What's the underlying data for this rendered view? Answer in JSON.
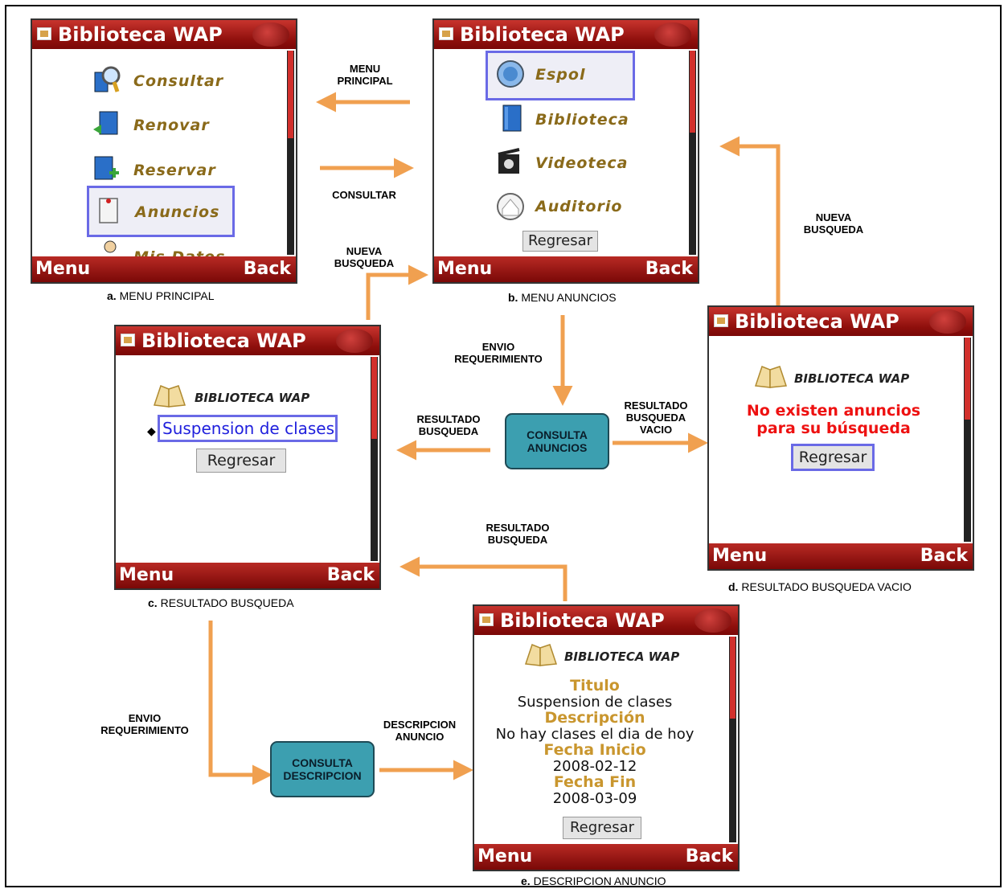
{
  "app_title": "Biblioteca WAP",
  "softkeys": {
    "left": "Menu",
    "right": "Back"
  },
  "brand_text": "BIBLIOTECA WAP",
  "back_button_label": "Regresar",
  "screen_a": {
    "caption_letter": "a.",
    "caption": "MENU PRINCIPAL",
    "items": [
      {
        "label": "Consultar",
        "icon": "search-book-icon"
      },
      {
        "label": "Renovar",
        "icon": "renew-book-icon"
      },
      {
        "label": "Reservar",
        "icon": "reserve-book-icon"
      },
      {
        "label": "Anuncios",
        "icon": "notice-icon"
      },
      {
        "label": "Mis Datos",
        "icon": "user-icon"
      }
    ]
  },
  "screen_b": {
    "caption_letter": "b.",
    "caption": "MENU ANUNCIOS",
    "items": [
      {
        "label": "Espol",
        "icon": "espol-seal-icon"
      },
      {
        "label": "Biblioteca",
        "icon": "book-icon"
      },
      {
        "label": "Videoteca",
        "icon": "film-icon"
      },
      {
        "label": "Auditorio",
        "icon": "auditorium-icon"
      }
    ]
  },
  "screen_c": {
    "caption_letter": "c.",
    "caption": "RESULTADO BUSQUEDA",
    "result_link": "Suspension de clases"
  },
  "screen_d": {
    "caption_letter": "d.",
    "caption": "RESULTADO BUSQUEDA VACIO",
    "message": "No existen anuncios\npara su búsqueda"
  },
  "screen_e": {
    "caption_letter": "e.",
    "caption": "DESCRIPCION ANUNCIO",
    "fields": [
      {
        "label": "Titulo",
        "value": "Suspension de clases"
      },
      {
        "label": "Descripción",
        "value": "No hay clases el dia de hoy"
      },
      {
        "label": "Fecha Inicio",
        "value": "2008-02-12"
      },
      {
        "label": "Fecha Fin",
        "value": "2008-03-09"
      }
    ]
  },
  "process_nodes": {
    "consulta_anuncios": "CONSULTA\nANUNCIOS",
    "consulta_descripcion": "CONSULTA\nDESCRIPCION"
  },
  "edge_labels": {
    "menu_principal": "MENU\nPRINCIPAL",
    "consultar": "CONSULTAR",
    "nueva_busqueda_c": "NUEVA\nBUSQUEDA",
    "nueva_busqueda_d": "NUEVA\nBUSQUEDA",
    "envio_requerimiento_b": "ENVIO\nREQUERIMIENTO",
    "resultado_busqueda_c": "RESULTADO\nBUSQUEDA",
    "resultado_busqueda_vacio": "RESULTADO\nBUSQUEDA\nVACIO",
    "resultado_busqueda_e": "RESULTADO\nBUSQUEDA",
    "envio_requerimiento_c": "ENVIO\nREQUERIMIENTO",
    "descripcion_anuncio": "DESCRIPCION\nANUNCIO"
  },
  "colors": {
    "arrow": "#f0a050",
    "process_fill": "#3c9fb0",
    "title_bar": "#8e0f0c",
    "menu_text": "#8a6a1a",
    "highlight": "#6a6ae6",
    "error_text": "#ee1111",
    "field_label": "#c9962e"
  }
}
